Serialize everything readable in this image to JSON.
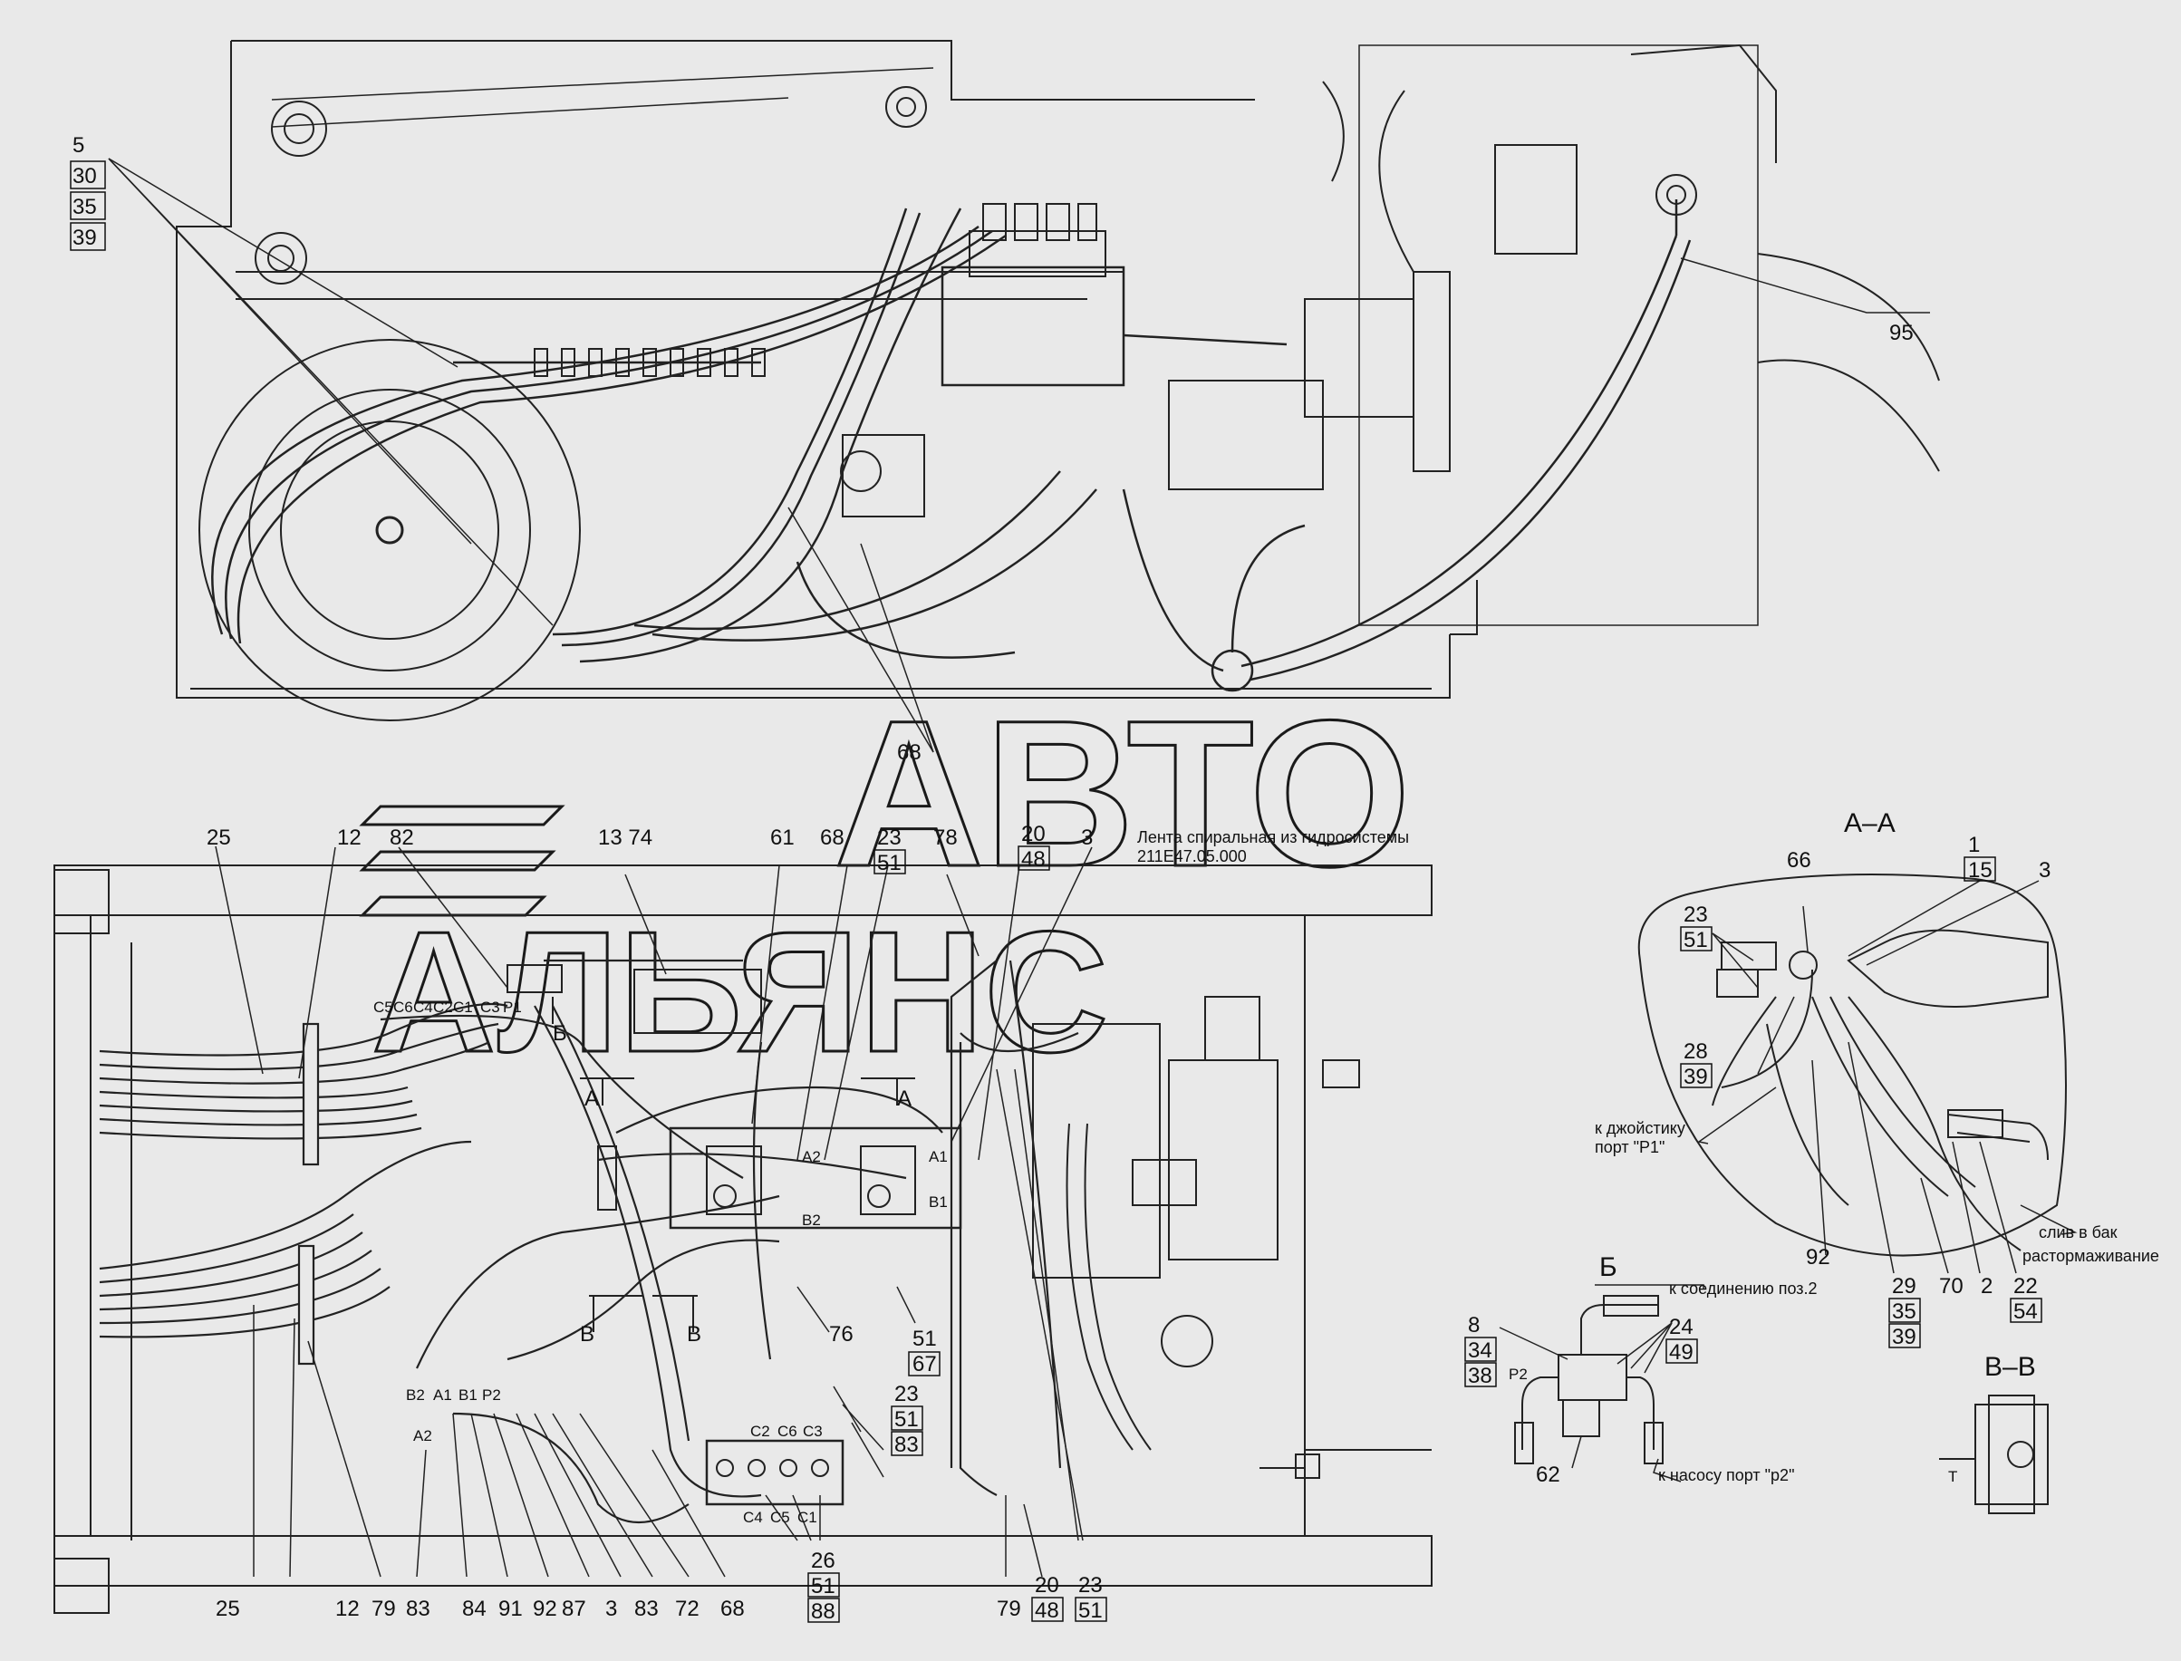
{
  "watermark": {
    "line1": "АВТО",
    "line2": "АЛЬЯНС"
  },
  "top_view": {
    "stack_labels": [
      "5",
      "30",
      "35",
      "39"
    ],
    "label_95": "95",
    "label_68": "68"
  },
  "bottom_view": {
    "top_labels": [
      "25",
      "12",
      "82",
      "13 74",
      "61",
      "68",
      "23",
      "51",
      "78",
      "20",
      "48",
      "3"
    ],
    "spiral_note_line1": "Лента спиральная из гидросистемы",
    "spiral_note_line2": "211Е47.05.000",
    "port_labels_upper": [
      "C5",
      "C6",
      "C4",
      "C2",
      "C1",
      "C3",
      "P1"
    ],
    "port_labels_lower": [
      "B2",
      "A1",
      "B1",
      "P2"
    ],
    "port_a2": "A2",
    "section_marks": [
      "А",
      "А",
      "Б",
      "В",
      "В"
    ],
    "valve_labels": [
      "A2",
      "B2",
      "A1",
      "B1"
    ],
    "valve_ports": [
      "C2",
      "C6",
      "C3",
      "C4",
      "C5",
      "C1"
    ],
    "mid_labels": [
      "76",
      "51",
      "67",
      "23",
      "51",
      "83"
    ],
    "bottom_labels": [
      "25",
      "12",
      "79",
      "83",
      "84",
      "91",
      "92",
      "87",
      "3",
      "83",
      "72",
      "68",
      "26",
      "51",
      "88",
      "79",
      "20",
      "48",
      "23",
      "51"
    ]
  },
  "section_aa": {
    "title": "А–А",
    "labels": [
      "1",
      "15",
      "3",
      "66",
      "23",
      "51",
      "28",
      "39",
      "92",
      "29",
      "35",
      "39",
      "70",
      "2",
      "22",
      "54"
    ],
    "note_joystick_line1": "к джойстику",
    "note_joystick_line2": "порт \"P1\"",
    "note_drain_line1": "слив в бак",
    "note_drain_line2": "растормаживание"
  },
  "section_b": {
    "title": "Б",
    "note_connection": "к соединению поз.2",
    "note_pump": "к насосу порт \"р2\"",
    "labels": [
      "8",
      "34",
      "38",
      "24",
      "49",
      "62"
    ],
    "port": "P2"
  },
  "section_vv": {
    "title": "В–В",
    "port": "T"
  }
}
